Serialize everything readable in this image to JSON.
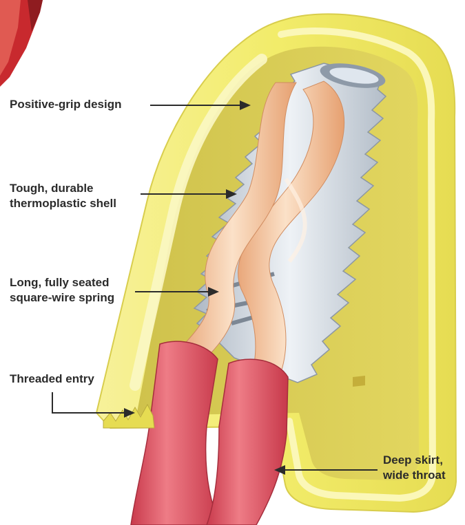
{
  "callouts": {
    "positive_grip": [
      "Positive-grip design"
    ],
    "shell": [
      "Tough, durable",
      "thermoplastic shell"
    ],
    "spring": [
      "Long, fully seated",
      "square-wire spring"
    ],
    "threaded_entry": [
      "Threaded entry"
    ],
    "skirt": [
      "Deep skirt,",
      "wide throat"
    ]
  },
  "colors": {
    "shell_yellow": "#f2ec6a",
    "shell_inner": "#d9cc55",
    "shell_highlight": "#fbf7b8",
    "spring_metal": "#c9d2dc",
    "wire_copper": "#f2c49b",
    "insulation_red": "#d94e5e",
    "cap_red": "#c8292e",
    "text": "#2b2b2b"
  }
}
